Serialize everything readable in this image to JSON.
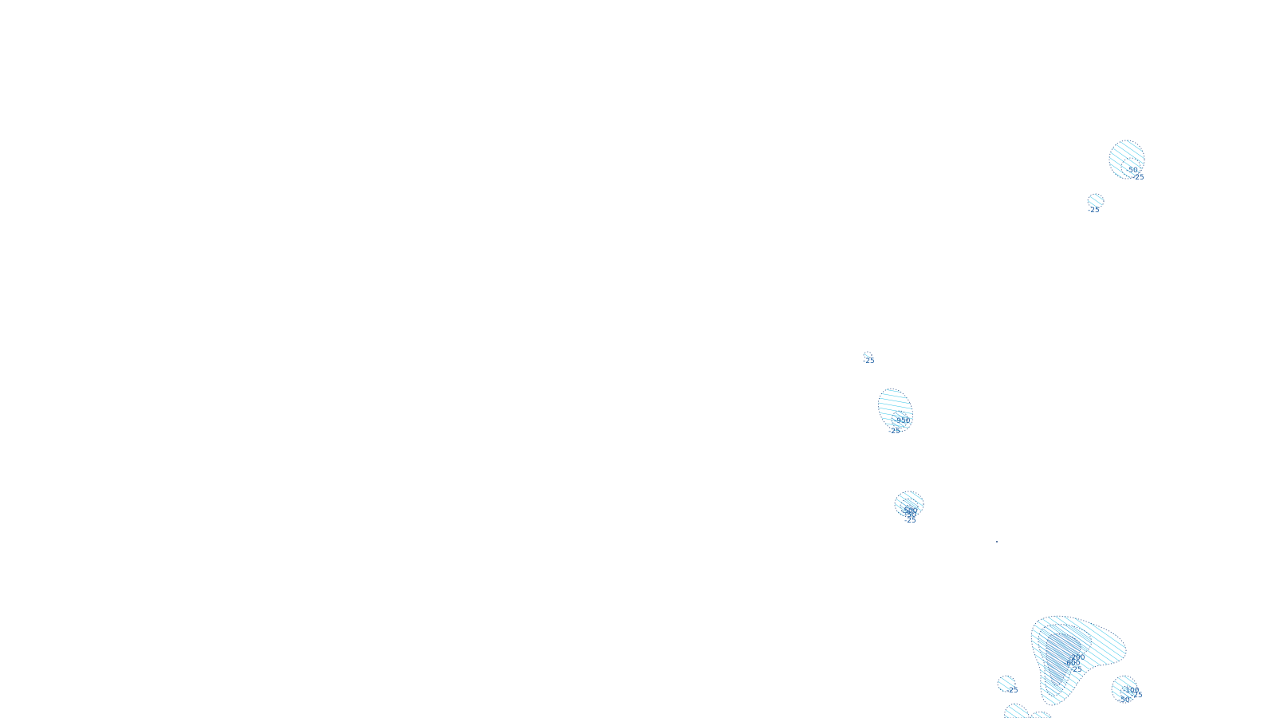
{
  "map": {
    "colors": {
      "background": "#ffffff",
      "outline": "#2a4e86",
      "hatch_light": "#33c5e8",
      "hatch_mid": "#3aa3d9",
      "hatch_dark": "#3a6fb5",
      "label": "#1d5fa3"
    },
    "contour_labels": [
      "-50",
      "-25",
      "-25",
      "-25",
      "-950",
      "-25",
      "-500",
      "-50",
      "-25",
      "-200",
      "-600",
      "-25",
      "-25",
      "-100",
      "-25",
      "-50"
    ]
  }
}
